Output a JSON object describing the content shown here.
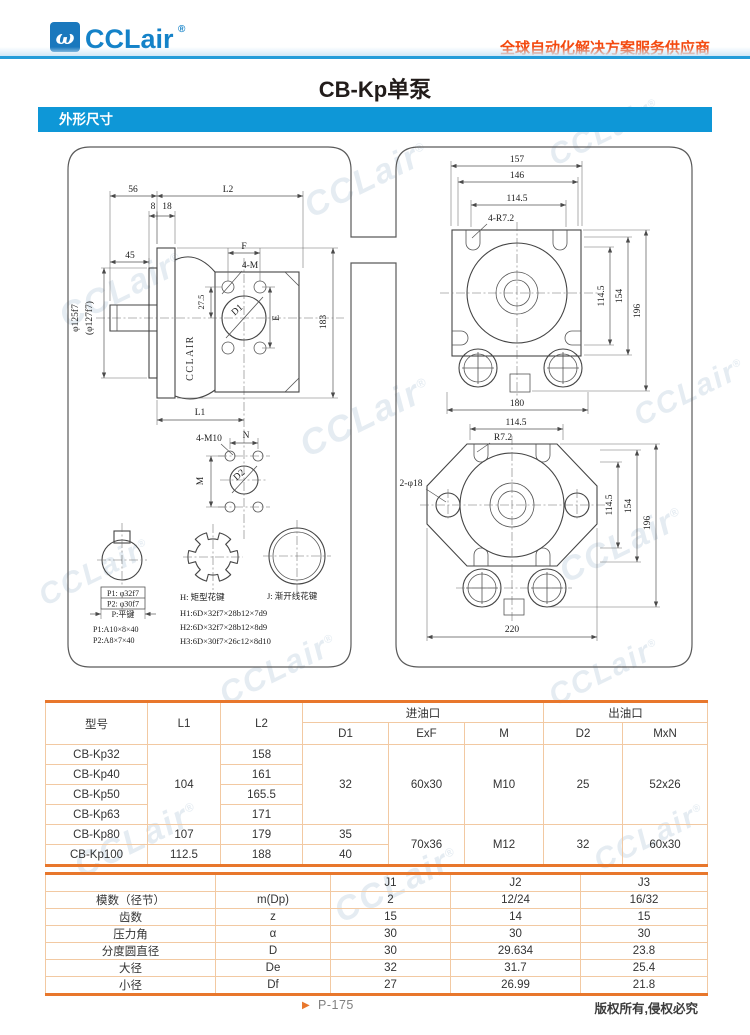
{
  "header": {
    "logo_mark": "ω",
    "logo_text": "CCLair",
    "logo_reg": "®",
    "tagline": "全球自动化解决方案服务供应商"
  },
  "page": {
    "title": "CB-Kp单泵",
    "section_title": "外形尺寸"
  },
  "watermark": {
    "text": "CCLair",
    "reg": "®"
  },
  "drawings": {
    "side": {
      "d56": "56",
      "dL2": "L2",
      "d8": "8",
      "d18": "18",
      "d45": "45",
      "d125": "φ125f7",
      "d127": "(φ127f7)",
      "d275": "27.5",
      "dF": "F",
      "d4M": "4-M",
      "dD1": "D1",
      "dE": "E",
      "d183": "183",
      "dL1": "L1",
      "body_text": "CCLAIR"
    },
    "rear_port": {
      "d4M10": "4-M10",
      "dN": "N",
      "dM": "M",
      "dD2": "D2"
    },
    "shafts": {
      "p1_dia": "P1: φ32f7",
      "p2_dia": "P2: φ30f7",
      "p_type": "P:平键",
      "p1_spec": "P1:A10×8×40",
      "p2_spec": "P2:A8×7×40",
      "h_type": "H: 矩型花键",
      "h1_spec": "H1:6D×32f7×28b12×7d9",
      "h2_spec": "H2:6D×32f7×28b12×8d9",
      "h3_spec": "H3:6D×30f7×26c12×8d10",
      "j_type": "J: 渐开线花键"
    },
    "front": {
      "d157": "157",
      "d146": "146",
      "d1145t": "114.5",
      "d4R72": "4-R7.2",
      "d1145r": "114.5",
      "d154": "154",
      "d196": "196",
      "d180": "180"
    },
    "rear": {
      "d1145t": "114.5",
      "dR72": "R7.2",
      "d2d18": "2-φ18",
      "d1145r": "114.5",
      "d154": "154",
      "d196": "196",
      "d220": "220"
    }
  },
  "table1": {
    "h_model": "型号",
    "h_l1": "L1",
    "h_l2": "L2",
    "h_inlet": "进油口",
    "h_outlet": "出油口",
    "h_d1": "D1",
    "h_exf": "ExF",
    "h_m": "M",
    "h_d2": "D2",
    "h_mxn": "MxN",
    "rows": [
      {
        "model": "CB-Kp32",
        "l2": "158"
      },
      {
        "model": "CB-Kp40",
        "l2": "161"
      },
      {
        "model": "CB-Kp50",
        "l2": "165.5"
      },
      {
        "model": "CB-Kp63",
        "l2": "171"
      },
      {
        "model": "CB-Kp80",
        "l1": "107",
        "l2": "179",
        "d1": "35"
      },
      {
        "model": "CB-Kp100",
        "l1": "112.5",
        "l2": "188",
        "d1": "40"
      }
    ],
    "g1": {
      "l1": "104",
      "d1": "32",
      "exf": "60x30",
      "m": "M10",
      "d2": "25",
      "mxn": "52x26"
    },
    "g2": {
      "exf": "70x36",
      "m": "M12",
      "d2": "32",
      "mxn": "60x30"
    }
  },
  "table2": {
    "h_j1": "J1",
    "h_j2": "J2",
    "h_j3": "J3",
    "rows": [
      {
        "label": "模数（径节）",
        "symbol": "m(Dp)",
        "j1": "2",
        "j2": "12/24",
        "j3": "16/32"
      },
      {
        "label": "齿数",
        "symbol": "z",
        "j1": "15",
        "j2": "14",
        "j3": "15"
      },
      {
        "label": "压力角",
        "symbol": "α",
        "j1": "30",
        "j2": "30",
        "j3": "30"
      },
      {
        "label": "分度圆直径",
        "symbol": "D",
        "j1": "30",
        "j2": "29.634",
        "j3": "23.8"
      },
      {
        "label": "大径",
        "symbol": "De",
        "j1": "32",
        "j2": "31.7",
        "j3": "25.4"
      },
      {
        "label": "小径",
        "symbol": "Df",
        "j1": "27",
        "j2": "26.99",
        "j3": "21.8"
      }
    ]
  },
  "footer": {
    "marker": "▶",
    "page_no": "P-175",
    "copyright": "版权所有,侵权必究"
  }
}
